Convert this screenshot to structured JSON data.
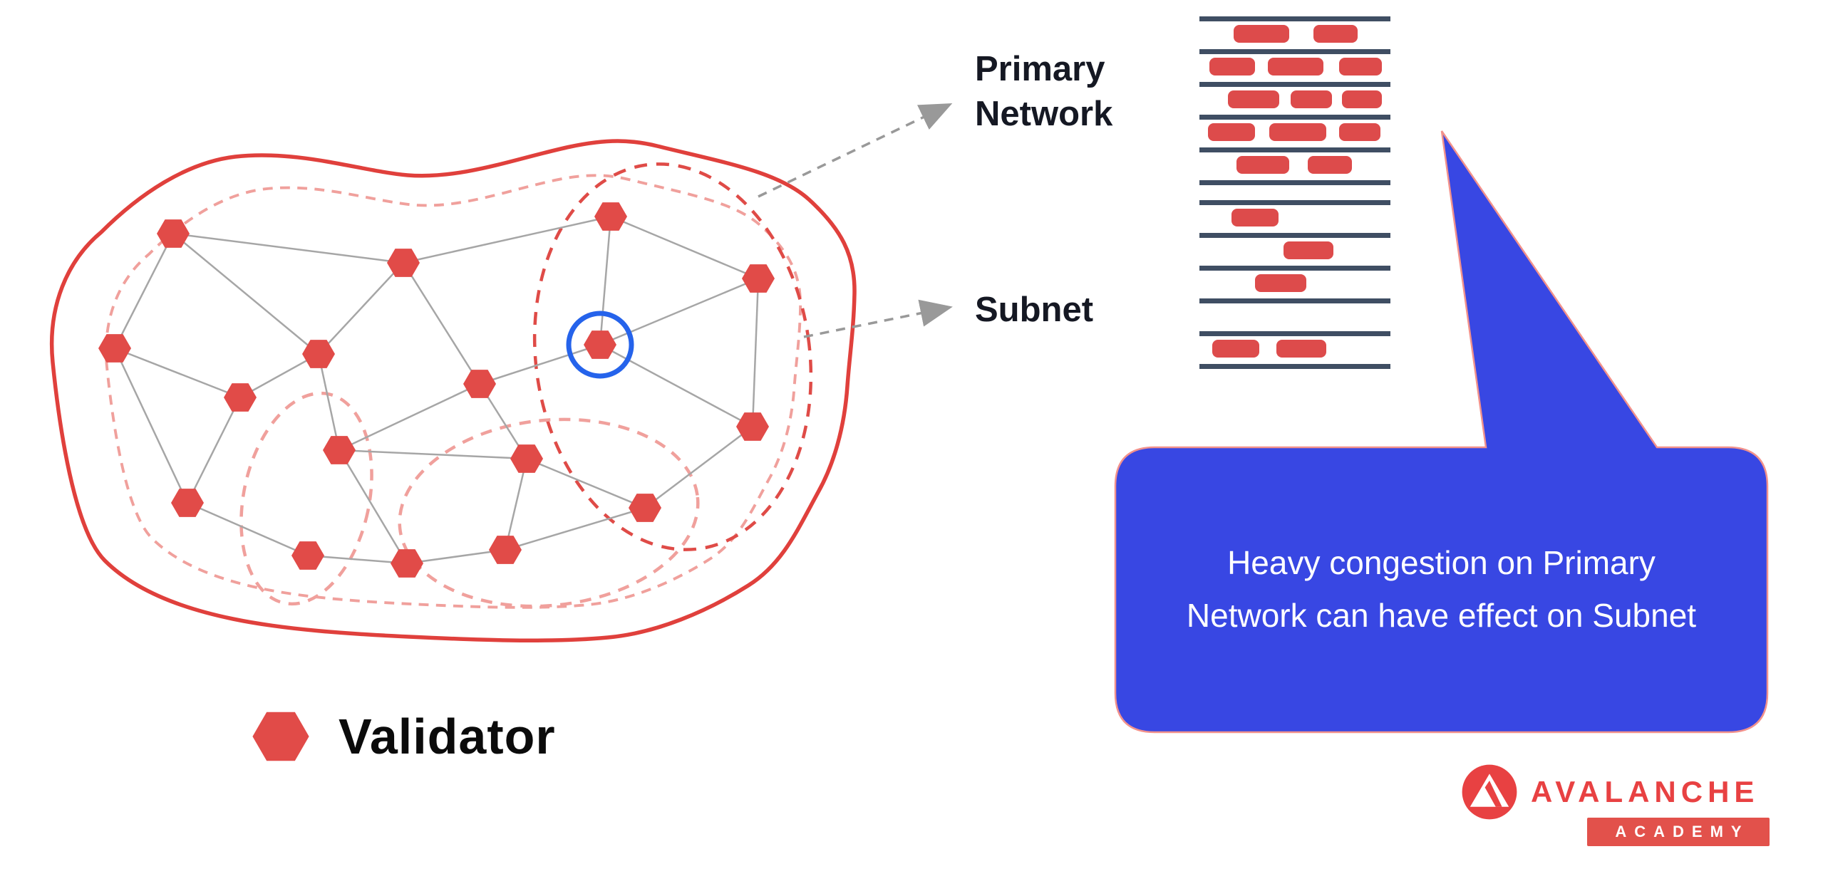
{
  "labels": {
    "primary_network": "Primary\nNetwork",
    "subnet": "Subnet"
  },
  "callout": {
    "text": "Heavy congestion on Primary Network can have effect on Subnet"
  },
  "legend": {
    "validator": "Validator"
  },
  "logo": {
    "brand": "AVALANCHE",
    "academy": "ACADEMY"
  },
  "colors": {
    "avalanche_red": "#E84142",
    "node_red": "#E14B48",
    "outline_red": "#E0403C",
    "dashed_pink": "#F0A09C",
    "subnet_dashed_red": "#DF4B47",
    "edge_gray": "#A6A6A6",
    "arrow_gray": "#999999",
    "highlight_blue": "#2563EB",
    "callout_blue": "#3847E3",
    "block_line_navy": "#3F4E63",
    "block_red": "#DD4B4B",
    "label_dark": "#151823",
    "callout_text": "#FFFFFF"
  }
}
